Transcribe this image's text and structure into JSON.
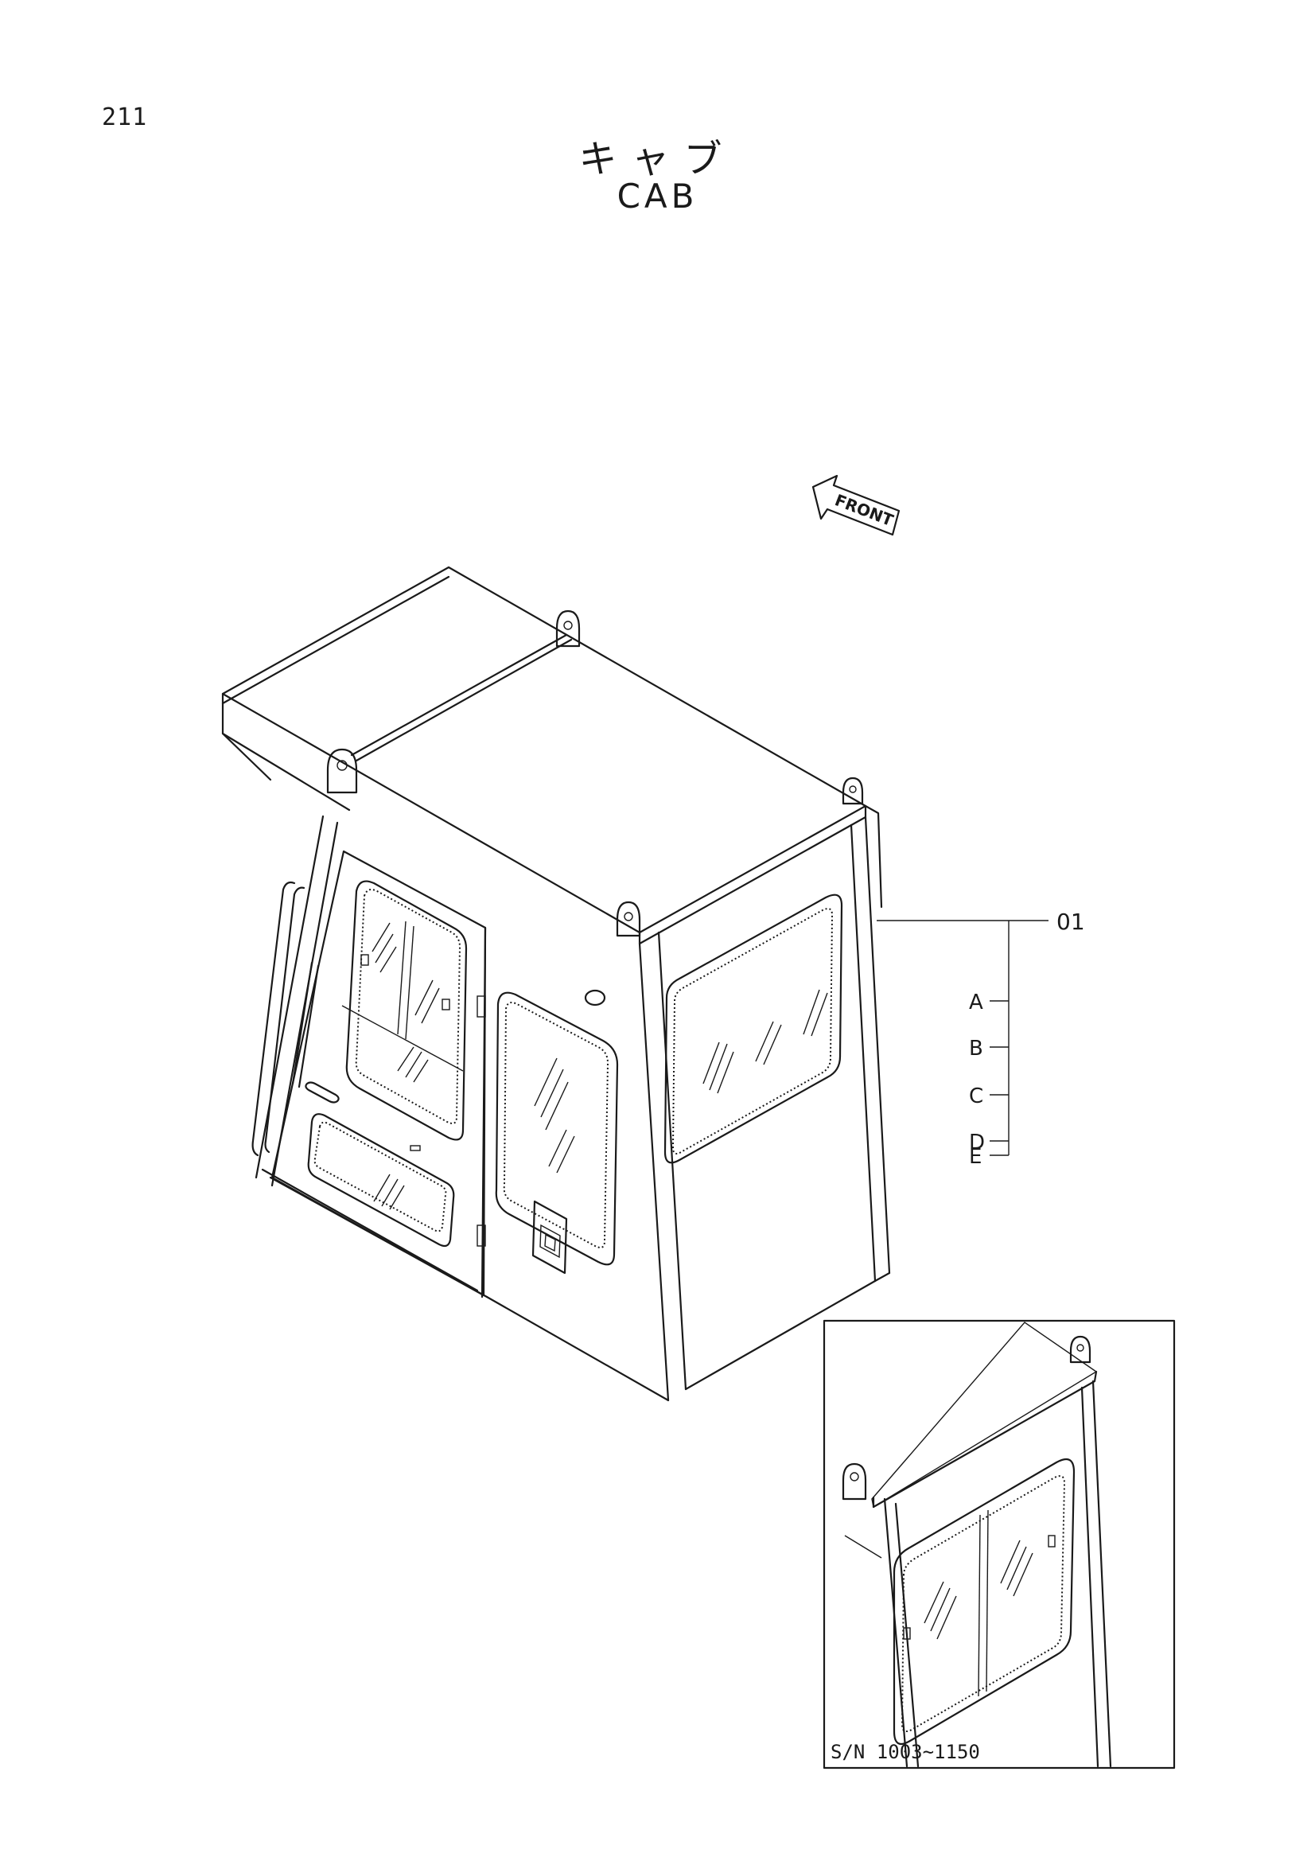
{
  "page": {
    "number": "211",
    "title_jp": "キャブ",
    "title_en": "CAB"
  },
  "direction_arrow": {
    "label": "FRONT"
  },
  "callouts": {
    "main": "01",
    "variants": [
      "A",
      "B",
      "C",
      "D",
      "E"
    ]
  },
  "inset": {
    "serial_range": "S/N  1003~1150"
  }
}
